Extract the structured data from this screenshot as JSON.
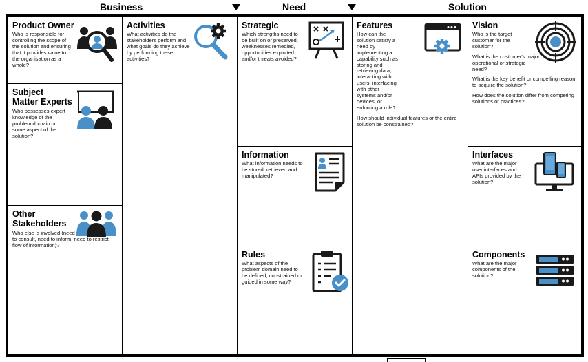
{
  "headers": {
    "business": "Business",
    "need": "Need",
    "solution": "Solution"
  },
  "cells": {
    "product_owner": {
      "title": "Product Owner",
      "body": "Who is responsible for controlling the scope of the solution and ensuring that it provides value to the organisation as a whole?"
    },
    "subject_matter_experts": {
      "title_line1": "Subject",
      "title_line2": "Matter Experts",
      "body": "Who possesses expert knowledge of the problem domain or some aspect of the solution?"
    },
    "other_stakeholders": {
      "title_line1": "Other",
      "title_line2": "Stakeholders",
      "body": "Who else is involved (need to comply, need to consult, need to inform, need to restrict flow of information)?"
    },
    "activities": {
      "title": "Activities",
      "body": "What activities do the stakeholders perform and what goals do they achieve by performing these activities?"
    },
    "strategic": {
      "title": "Strategic",
      "body": "Which strengths need to be built on or preserved, weaknesses remedied, opportunities exploited and/or threats avoided?"
    },
    "information": {
      "title": "Information",
      "body": "What information needs to be stored, retrieved and manipulated?"
    },
    "rules": {
      "title": "Rules",
      "body": "What aspects of the problem domain need to be defined, constrained or guided in some way?"
    },
    "features": {
      "title": "Features",
      "body1": "How can the solution satisfy a need by implementing a capability such as storing and retrieving data, interacting with users, interfacing with other systems and/or devices, or enforcing a rule?",
      "body2": "How should individual features or the entire solution be constrained?"
    },
    "vision": {
      "title": "Vision",
      "q1": "Who is the target customer for the solution?",
      "q2": "What is the customer's major operational or strategic need?",
      "q3": "What is the key benefit or compelling reason to acquire the solution?",
      "q4": "How does the solution differ from competing solutions or practices?"
    },
    "interfaces": {
      "title": "Interfaces",
      "body": "What are the major user interfaces and APIs provided by the solution?"
    },
    "components": {
      "title": "Components",
      "body": "What are the major components of the solution?"
    }
  },
  "colors": {
    "icon_dark": "#1a1a1a",
    "icon_blue": "#4a90c8",
    "icon_blue_light": "#6aa9db"
  },
  "icons": {
    "product_owner": "people-magnifier-icon",
    "subject_matter_experts": "presentation-board-icon",
    "other_stakeholders": "group-people-icon",
    "activities": "search-gear-icon",
    "strategic": "strategy-board-icon",
    "information": "document-profile-icon",
    "rules": "clipboard-check-icon",
    "features": "browser-gear-icon",
    "vision": "target-icon",
    "interfaces": "devices-icon",
    "components": "server-rack-icon"
  }
}
